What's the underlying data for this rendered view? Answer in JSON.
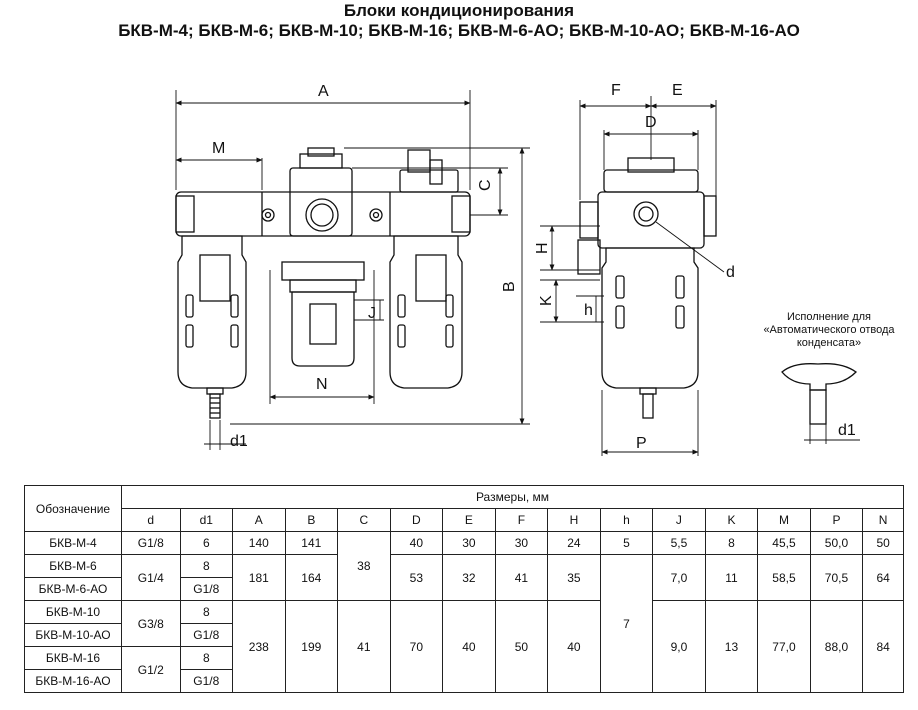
{
  "title": {
    "line1": "Блоки кондиционирования",
    "line2": "БКВ-М-4; БКВ-М-6; БКВ-М-10; БКВ-М-16; БКВ-М-6-АО; БКВ-М-10-АО; БКВ-М-16-АО"
  },
  "drawing": {
    "labels": {
      "A": "A",
      "M": "M",
      "C": "C",
      "B": "B",
      "J": "J",
      "N": "N",
      "d1": "d1",
      "F": "F",
      "E": "E",
      "D": "D",
      "H": "H",
      "K": "K",
      "h": "h",
      "d": "d",
      "P": "P",
      "d1_detail": "d1"
    },
    "note": {
      "line1": "Исполнение для",
      "line2": "«Автоматического отвода",
      "line3": "конденсата»"
    }
  },
  "table": {
    "designation_header": "Обозначение",
    "dimensions_header": "Размеры, мм",
    "columns": [
      "d",
      "d1",
      "A",
      "B",
      "C",
      "D",
      "E",
      "F",
      "H",
      "h",
      "J",
      "K",
      "M",
      "P",
      "N"
    ],
    "rows": [
      {
        "name": "БКВ-М-4",
        "d": "G1/8",
        "d1": "6",
        "A": "140",
        "B": "141",
        "D": "40",
        "E": "30",
        "F": "30",
        "H": "24",
        "h": "5",
        "J": "5,5",
        "K": "8",
        "M": "45,5",
        "P": "50,0",
        "N": "50"
      },
      {
        "name": "БКВ-М-6",
        "d1": "8"
      },
      {
        "name": "БКВ-М-6-АО",
        "d1": "G1/8"
      },
      {
        "name": "БКВ-М-10",
        "d1": "8"
      },
      {
        "name": "БКВ-М-10-АО",
        "d1": "G1/8"
      },
      {
        "name": "БКВ-М-16",
        "d1": "8"
      },
      {
        "name": "БКВ-М-16-АО",
        "d1": "G1/8"
      }
    ],
    "merged": {
      "g14": "G1/4",
      "g38": "G3/8",
      "g12": "G1/2",
      "a6": "181",
      "b6": "164",
      "c_small": "38",
      "d6": "53",
      "e6": "32",
      "f6": "41",
      "h6": "35",
      "hh_big": "7",
      "j6": "7,0",
      "k6": "11",
      "m6": "58,5",
      "p6": "70,5",
      "n6": "64",
      "a10": "238",
      "b10": "199",
      "c_big": "41",
      "d10": "70",
      "e10": "40",
      "f10": "50",
      "h10": "40",
      "j10": "9,0",
      "k10": "13",
      "m10": "77,0",
      "p10": "88,0",
      "n10": "84"
    }
  }
}
